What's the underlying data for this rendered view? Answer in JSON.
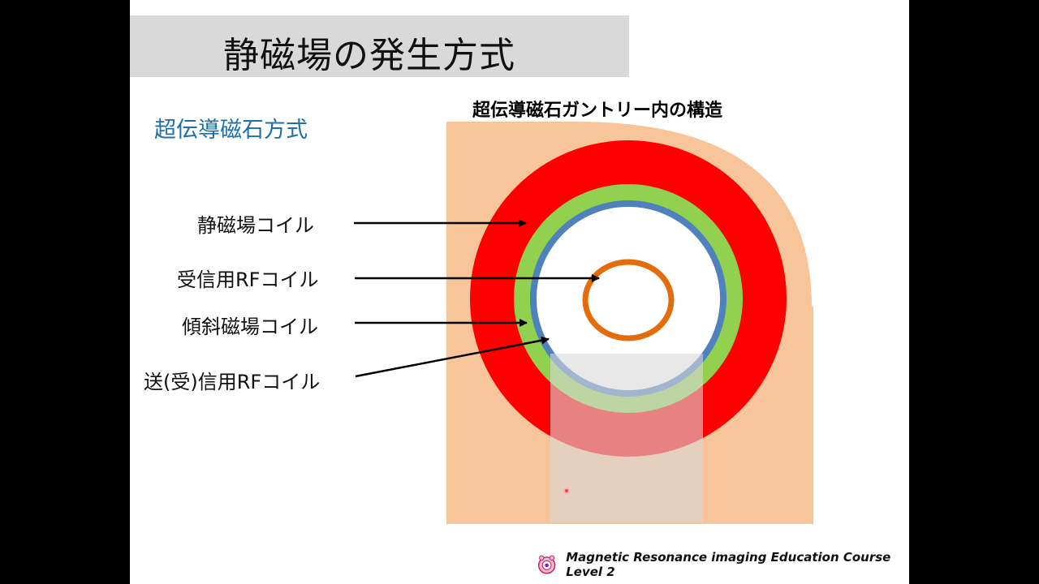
{
  "title": "静磁場の発生方式",
  "subtitle": "超伝導磁石方式",
  "diagram": {
    "title": "超伝導磁石ガントリー内の構造",
    "labels": {
      "static_coil": "静磁場コイル",
      "receive_rf_coil": "受信用RFコイル",
      "gradient_coil": "傾斜磁場コイル",
      "transmit_rf_coil": "送(受)信用RFコイル"
    },
    "colors": {
      "gantry": "#f8c49a",
      "static_coil": "#ff0000",
      "gradient_coil": "#92d050",
      "rf_coil": "#4f81bd",
      "receive_coil": "#e46c0a",
      "bore": "#ffffff",
      "table_overlay": "#d9d9d9"
    }
  },
  "footer": {
    "text": "Magnetic Resonance imaging Education Course Level 2",
    "logo_icon": "mascot-icon"
  }
}
